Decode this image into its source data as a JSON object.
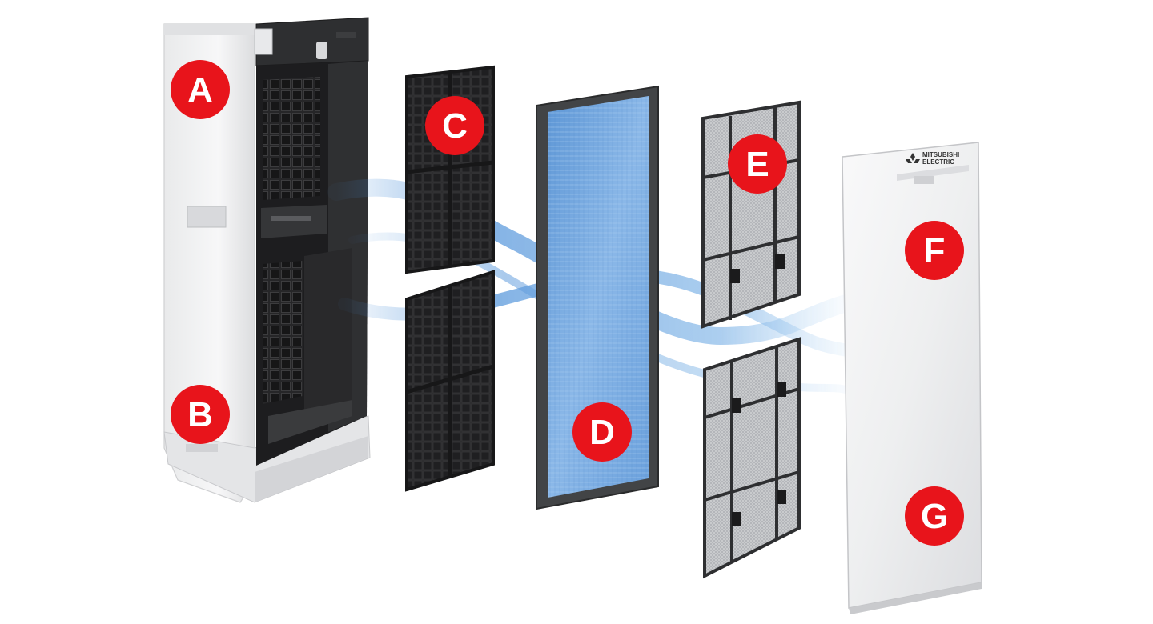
{
  "labels": {
    "a": "A",
    "b": "B",
    "c": "C",
    "d": "D",
    "e": "E",
    "f": "F",
    "g": "G"
  },
  "brand": {
    "line1": "MITSUBISHI",
    "line2": "ELECTRIC"
  },
  "colors": {
    "badge": "#e8141b",
    "badge_text": "#ffffff",
    "carbon_filter": "#2b2b2b",
    "hepa_filter": "#6fa6e0",
    "air_flow": "#4a8fd8",
    "housing": "#f2f3f4"
  },
  "icons": {
    "brand_logo": "three-diamonds-logo"
  }
}
